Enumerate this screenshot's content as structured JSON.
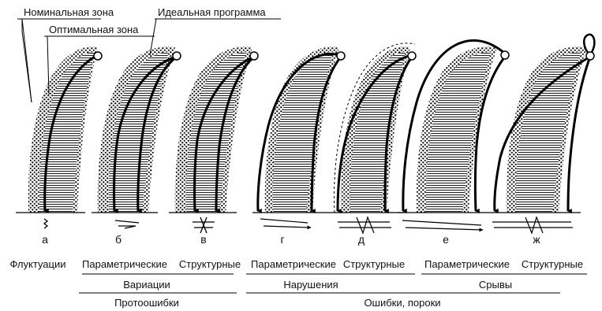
{
  "labels": {
    "nominal_zone": "Номинальная зона",
    "optimal_zone": "Оптимальная зона",
    "ideal_program": "Идеальная программа"
  },
  "panels": [
    {
      "letter": "а",
      "category": "Флуктуации"
    },
    {
      "letter": "б",
      "category": "Параметрические"
    },
    {
      "letter": "в",
      "category": "Структурные"
    },
    {
      "letter": "г",
      "category": "Параметрические"
    },
    {
      "letter": "д",
      "category": "Структурные"
    },
    {
      "letter": "е",
      "category": "Параметрические"
    },
    {
      "letter": "ж",
      "category": "Структурные"
    }
  ],
  "groups": {
    "variations": "Вариации",
    "violations": "Нарушения",
    "failures": "Срывы",
    "proto_errors": "Протоошибки",
    "errors_vices": "Ошибки, пороки"
  }
}
